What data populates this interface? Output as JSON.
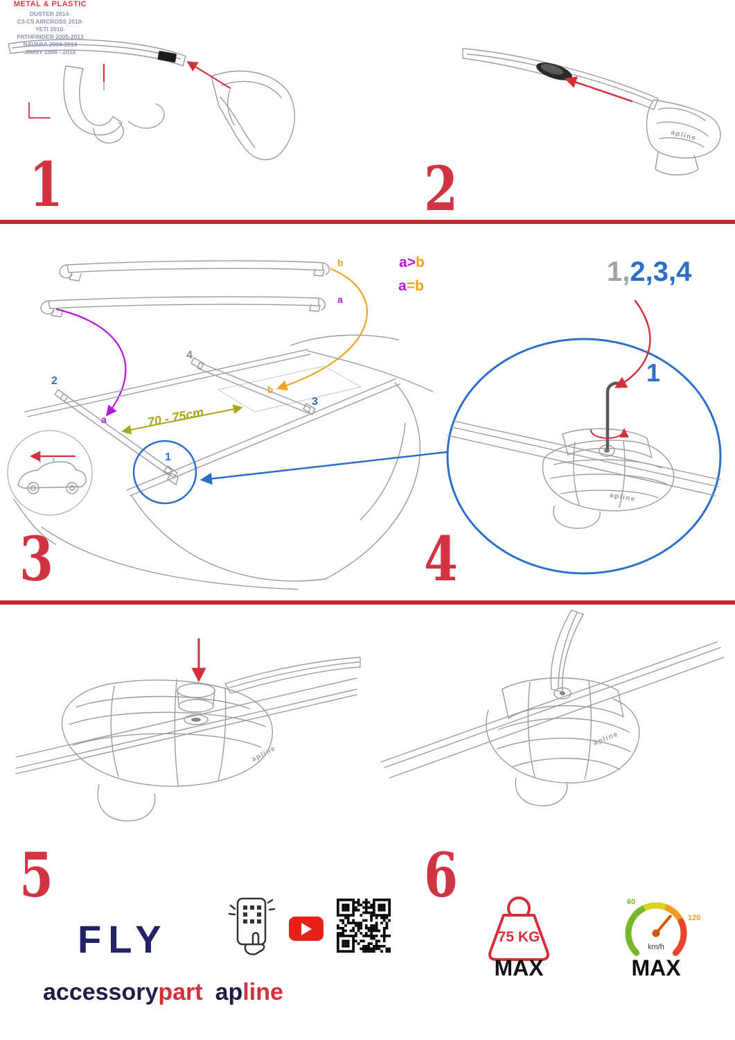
{
  "colors": {
    "accent_red": "#cf3440",
    "divider_red": "#c1272d",
    "blue": "#2b6fc9",
    "magenta": "#b517d8",
    "orange": "#f0a322",
    "olive": "#a8a616",
    "navy": "#232168",
    "youtube_red": "#e62117"
  },
  "step1": {
    "number": "1",
    "material": "METAL & PLASTIC",
    "models": [
      "DUSTER 2014-",
      "C3-C5 AIRCROSS 2018-",
      "YETI 2010-",
      "PATHFINDER 2005-2013",
      "NAVARA 2004-2014",
      "JIMNY 1998 - 2018"
    ]
  },
  "step2": {
    "number": "2"
  },
  "step3": {
    "number": "3",
    "bar_a": "a",
    "bar_b": "b",
    "formula_gt": {
      "a": "a",
      "op": ">",
      "b": "b"
    },
    "formula_eq": {
      "a": "a",
      "op": "=",
      "b": "b"
    },
    "roof": {
      "pos2": "2",
      "pos4": "4",
      "pos3": "3",
      "pos1": "1",
      "a": "a",
      "b": "b"
    },
    "distance": "70 - 75cm"
  },
  "step4": {
    "number": "4",
    "sequence_first": "1,",
    "sequence_rest": "2,3,4",
    "callout": "1"
  },
  "step5": {
    "number": "5"
  },
  "step6": {
    "number": "6"
  },
  "branding": {
    "model": "FLY",
    "brand_dark": "accessory",
    "brand_red": "part",
    "logo_dark": "ap",
    "logo_red": "line",
    "clamp_logo": "apline"
  },
  "limits": {
    "weight": "75 KG",
    "weight_max": "MAX",
    "speed_low": "60",
    "speed_high": "120",
    "speed_unit": "km/h",
    "speed_max": "MAX"
  }
}
